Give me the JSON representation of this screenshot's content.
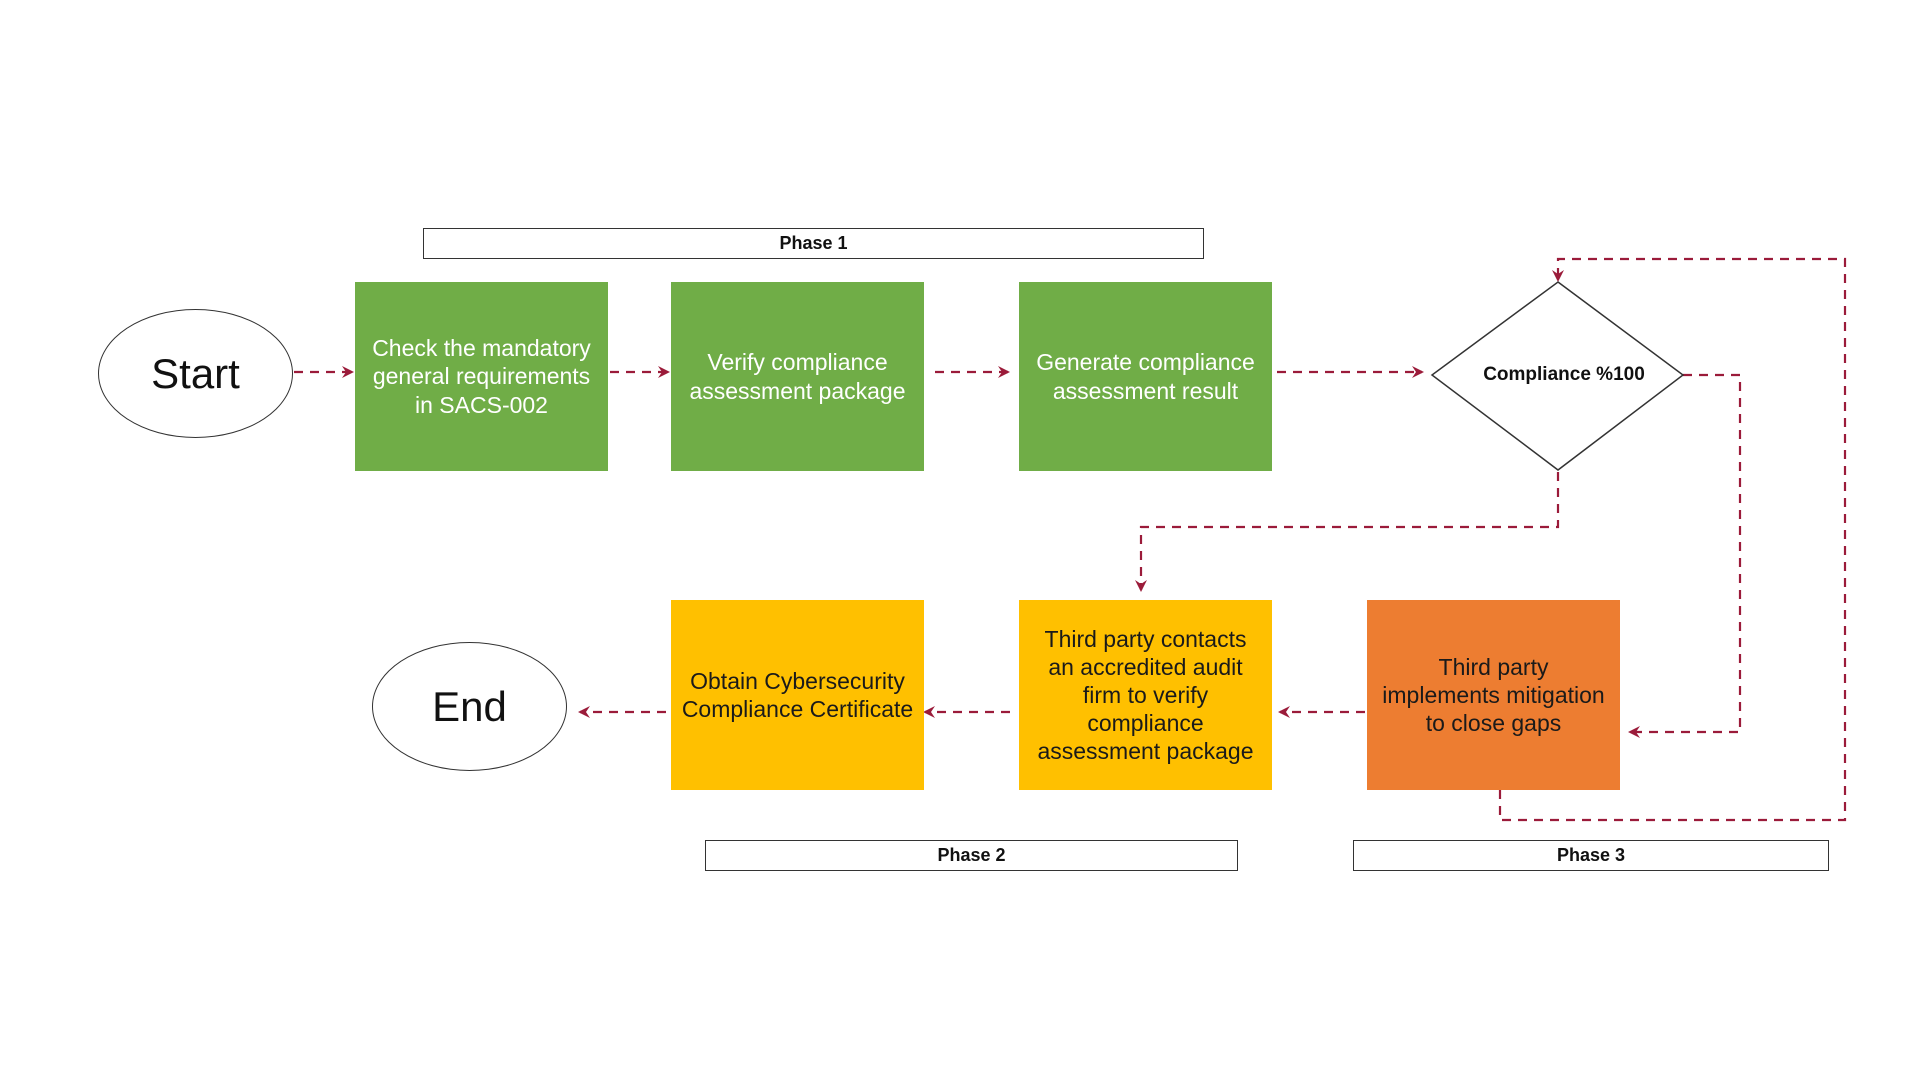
{
  "colors": {
    "green": "#70ad47",
    "yellow": "#ffc000",
    "orange": "#ed7d31",
    "connector": "#9b1b3a"
  },
  "nodes": {
    "start": "Start",
    "check_requirements": "Check the mandatory general requirements in SACS-002",
    "verify_package": "Verify compliance assessment package",
    "generate_result": "Generate compliance assessment result",
    "decision": "Compliance %100",
    "mitigation": "Third party implements mitigation to close gaps",
    "audit_firm": "Third party contacts an accredited audit firm to verify compliance assessment package",
    "obtain_certificate": "Obtain Cybersecurity Compliance Certificate",
    "end": "End"
  },
  "phases": {
    "phase1": "Phase 1",
    "phase2": "Phase 2",
    "phase3": "Phase 3"
  }
}
